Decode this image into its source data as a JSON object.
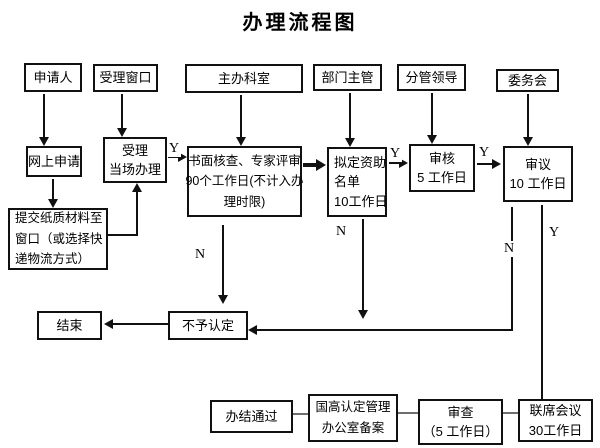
{
  "title": "办理流程图",
  "branch_labels": {
    "yes": "Y",
    "no": "N"
  },
  "nodes": {
    "applicant": {
      "label": "申请人"
    },
    "acceptance_window": {
      "label": "受理窗口"
    },
    "host_department": {
      "label": "主办科室"
    },
    "department_head": {
      "label": "部门主管"
    },
    "leader_in_charge": {
      "label": "分管领导"
    },
    "committee": {
      "label": "委务会"
    },
    "online_application": {
      "label": "网上申请"
    },
    "accept_onsite": {
      "lines": [
        "受理",
        "当场办理"
      ]
    },
    "document_review": {
      "lines": [
        "书面核查、专家评审",
        "90个工作日(不计入办",
        "理时限)"
      ]
    },
    "draft_funding_list": {
      "lines": [
        "拟定资助",
        "名单",
        "10工作日"
      ]
    },
    "audit": {
      "lines": [
        "审核",
        "5 工作日"
      ]
    },
    "deliberation": {
      "lines": [
        "审议",
        "10 工作日"
      ]
    },
    "submit_paper": {
      "lines": [
        "提交纸质材料至",
        "窗口（或选择快",
        "递物流方式）"
      ]
    },
    "end": {
      "label": "结束"
    },
    "not_approved": {
      "label": "不予认定"
    },
    "completed": {
      "label": "办结通过"
    },
    "filing_office": {
      "lines": [
        "国高认定管理",
        "办公室备案"
      ]
    },
    "examination": {
      "lines": [
        "审查",
        "（5 工作日）"
      ]
    },
    "joint_meeting": {
      "lines": [
        "联席会议",
        "30工作日"
      ]
    }
  }
}
